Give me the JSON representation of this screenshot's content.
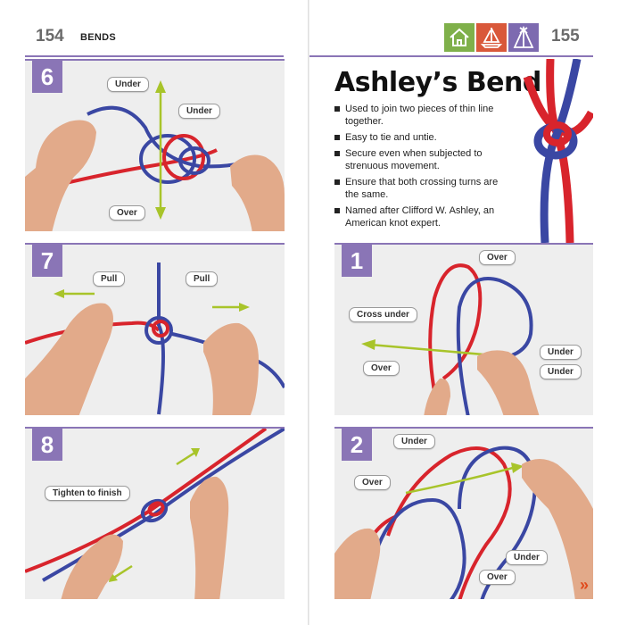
{
  "left_page": {
    "page_number": "154",
    "section": "BENDS"
  },
  "right_page": {
    "page_number": "155",
    "title": "Ashley’s Bend",
    "facts": [
      "Used to join two pieces of thin line together.",
      "Easy to tie and untie.",
      "Secure even when subjected to strenuous movement.",
      "Ensure that both crossing turns are the same.",
      "Named after Clifford W. Ashley, an American knot expert."
    ],
    "next_arrow": "»",
    "icons": [
      {
        "name": "house-icon",
        "color": "#7fb04a"
      },
      {
        "name": "sailboat-icon",
        "color": "#d9583a"
      },
      {
        "name": "tent-icon",
        "color": "#7d6ab0"
      }
    ]
  },
  "steps": [
    {
      "number": "6",
      "labels": [
        "Under",
        "Under",
        "Over"
      ]
    },
    {
      "number": "7",
      "labels": [
        "Pull",
        "Pull"
      ]
    },
    {
      "number": "8",
      "labels": [
        "Tighten to finish"
      ]
    },
    {
      "number": "1",
      "labels": [
        "Over",
        "Cross under",
        "Under",
        "Over",
        "Under"
      ]
    },
    {
      "number": "2",
      "labels": [
        "Under",
        "Over",
        "Under",
        "Over"
      ]
    }
  ],
  "colors": {
    "accent": "#8a75b6",
    "red_rope": "#d8242c",
    "blue_rope": "#3a47a3",
    "guide_arrow": "#a8c42a",
    "panel_bg": "#eeeeee"
  }
}
